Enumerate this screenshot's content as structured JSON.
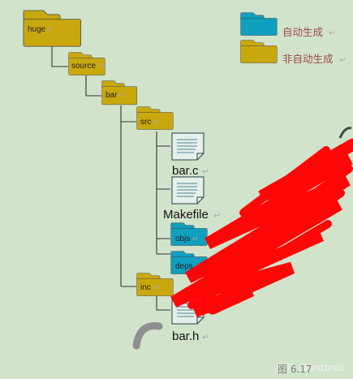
{
  "colors": {
    "background": "#d2e3cc",
    "auto_folder": "#0f9fbf",
    "manual_folder": "#c9a80e",
    "folder_outline": "#444444",
    "doc_fill": "#e6efe9",
    "scribble": "#ff0000",
    "return_mark": "#aaaaaa"
  },
  "return_mark": "↵",
  "legend": {
    "auto_label": "自动生成",
    "manual_label": "非自动生成"
  },
  "tree": {
    "huge": "huge",
    "source": "source",
    "bar": "bar",
    "src": "src",
    "bar_c": "bar.c",
    "makefile": "Makefile",
    "objs": "objs",
    "deps": "deps",
    "inc": "inc",
    "bar_h": "bar.h"
  },
  "caption": "图 6.17",
  "watermark": "头条 @antonio"
}
